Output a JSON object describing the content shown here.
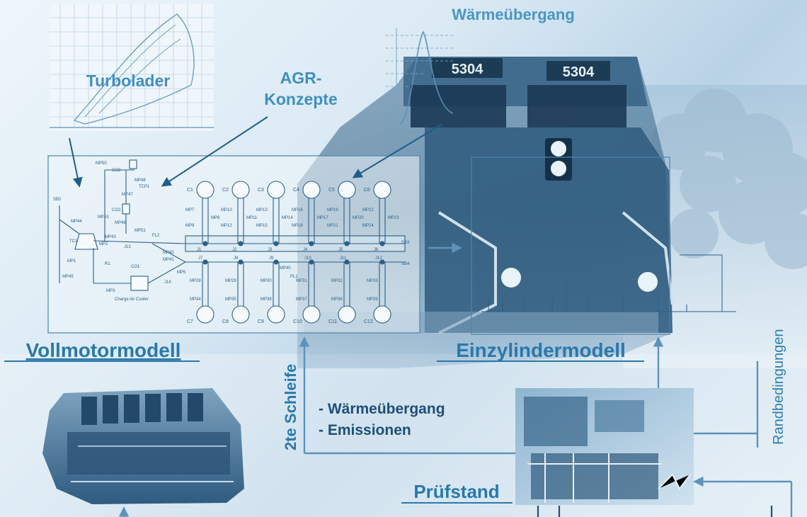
{
  "labels": {
    "turbolader": "Turbolader",
    "agr_line1": "AGR-",
    "agr_line2": "Konzepte",
    "waermeuebergang_title": "Wärmeübergang",
    "vollmotormodell": "Vollmotormodell",
    "einzylindermodell": "Einzylindermodell",
    "schleife": "2te Schleife",
    "list_item_1": "- Wärmeübergang",
    "list_item_2": "- Emissionen",
    "pruefstand": "Prüfstand",
    "randbedingungen": "Randbedingungen",
    "loco_number_1": "5304",
    "loco_number_2": "5304",
    "charge_air_cooler": "Charge Air Cooler"
  },
  "colors": {
    "primary_blue": "#2a76a8",
    "label_blue": "#3a86b4",
    "dark_text": "#1d4f78",
    "line": "#1f5e8c",
    "schematic": "#2b5f88"
  },
  "cylinders_top": [
    "C1",
    "C2",
    "C3",
    "C4",
    "C5",
    "C6"
  ],
  "cylinders_bottom": [
    "C7",
    "C8",
    "C9",
    "C10",
    "C11",
    "C12"
  ],
  "junctions_top": [
    "J1",
    "J2",
    "J3",
    "J4",
    "J5",
    "J6"
  ],
  "junctions_bottom": [
    "J7",
    "J8",
    "J9",
    "J10",
    "J11",
    "J12"
  ],
  "pipe_labels_top": [
    "MP7",
    "MP8",
    "MP9",
    "MP10",
    "MP11",
    "MP12",
    "MP13",
    "MP14",
    "MP15",
    "MP16",
    "MP17",
    "MP18",
    "MP19",
    "MP20",
    "MP21",
    "MP22",
    "MP23",
    "MP24"
  ],
  "pipe_labels_bottom": [
    "MP28",
    "MP29",
    "MP30",
    "MP31",
    "MP32",
    "MP33",
    "MP34",
    "MP35",
    "MP36",
    "MP37",
    "MP38",
    "MP39"
  ],
  "schematic_left_labels": [
    "SB2",
    "MP44",
    "TC1",
    "MP1",
    "MP45",
    "MP50",
    "CO3",
    "MP48",
    "TCP1",
    "MP47",
    "MP53",
    "CO2",
    "MP46",
    "MP51",
    "MP43",
    "MP2",
    "J13",
    "FL2",
    "MP42",
    "MP41",
    "R1",
    "CO1",
    "MP3",
    "J14",
    "MP5",
    "MP40",
    "PL1",
    "SB3",
    "SB4"
  ]
}
